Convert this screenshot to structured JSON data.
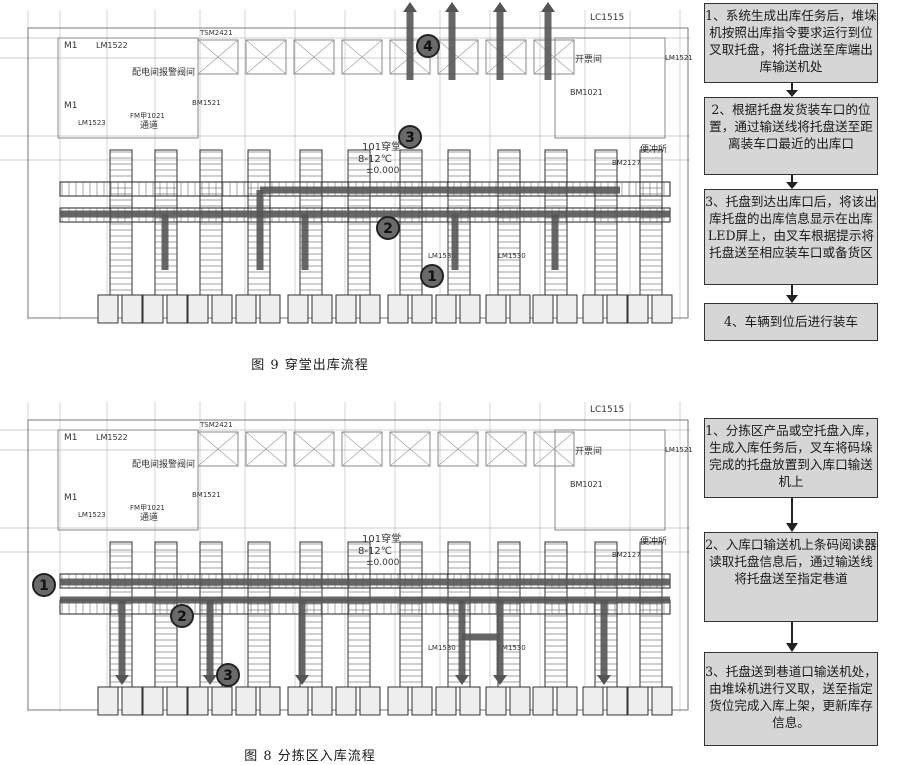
{
  "top": {
    "caption": "图 9   穿堂出库流程",
    "markers": [
      "1",
      "2",
      "3",
      "4"
    ],
    "labels": {
      "m1a": "M1",
      "m1b": "M1",
      "lm1522": "LM1522",
      "peidian": "配电间报警阀间",
      "fm": "FM甲1021",
      "tongdao": "通道",
      "bm1521": "BM1521",
      "lm1523": "LM1523",
      "tsm": "TSM2421",
      "lc1515": "LC1515",
      "kaiguan": "开票间",
      "bm1021": "BM1021",
      "lm1521": "LM1521",
      "bm2127": "BM2127",
      "biancesuo": "便冲所",
      "chuantang": "101穿堂",
      "temp": "8-12℃",
      "elev": "±0.000",
      "lm1530a": "LM1530",
      "lm1530b": "LM1530"
    },
    "steps": [
      "1、系统生成出库任务后，堆垛机按照出库指令要求运行到位叉取托盘，将托盘送至库端出库输送机处",
      "2、根据托盘发货装车口的位置，通过输送线将托盘送至距离装车口最近的出库口",
      "3、托盘到达出库口后，将该出库托盘的出库信息显示在出库LED屏上，由叉车根据提示将托盘送至相应装车口或备货区",
      "4、车辆到位后进行装车"
    ]
  },
  "bottom": {
    "caption": "图 8   分拣区入库流程",
    "markers": [
      "1",
      "2",
      "3"
    ],
    "labels": {
      "m1a": "M1",
      "m1b": "M1",
      "lm1522": "LM1522",
      "peidian": "配电间报警阀间",
      "fm": "FM甲1021",
      "tongdao": "通道",
      "bm1521": "BM1521",
      "lm1523": "LM1523",
      "tsm": "TSM2421",
      "lc1515": "LC1515",
      "kaiguan": "开票间",
      "bm1021": "BM1021",
      "lm1521": "LM1521",
      "bm2127": "BM2127",
      "biancesuo": "便冲所",
      "chuantang": "101穿堂",
      "temp": "8-12℃",
      "elev": "±0.000",
      "lm1530a": "LM1530",
      "lm1530b": "LM1530"
    },
    "steps": [
      "1、分拣区产品或空托盘入库，生成入库任务后，叉车将码垛完成的托盘放置到入库口输送机上",
      "2、入库口输送机上条码阅读器读取托盘信息后，通过输送线将托盘送至指定巷道",
      "3、托盘送到巷道口输送机处，由堆垛机进行叉取，送至指定货位完成入库上架，更新库存信息。"
    ]
  },
  "colors": {
    "flow_arrow": "#555555",
    "box_fill": "#d6d6d6",
    "line": "#555555"
  }
}
